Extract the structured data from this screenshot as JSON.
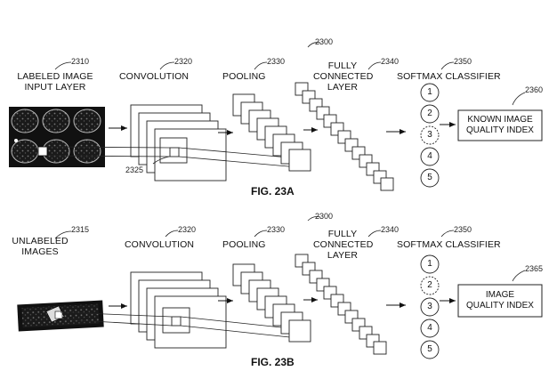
{
  "top": {
    "fig_ref": "2300",
    "input_label": [
      "LABELED IMAGE",
      "INPUT LAYER"
    ],
    "input_ref": "2310",
    "conv_label": "CONVOLUTION",
    "conv_ref": "2320",
    "pool_label": "POOLING",
    "pool_ref": "2330",
    "fc_label": [
      "FULLY",
      "CONNECTED",
      "LAYER"
    ],
    "fc_ref": "2340",
    "softmax_label": "SOFTMAX CLASSIFIER",
    "softmax_ref": "2350",
    "kernel_ref": "2325",
    "classes": [
      "1",
      "2",
      "3",
      "4",
      "5"
    ],
    "output_box": [
      "KNOWN IMAGE",
      "QUALITY INDEX"
    ],
    "output_ref": "2360",
    "caption": "FIG. 23A"
  },
  "bottom": {
    "fig_ref": "2300",
    "input_label": [
      "UNLABELED",
      "IMAGES"
    ],
    "input_ref": "2315",
    "conv_label": "CONVOLUTION",
    "conv_ref": "2320",
    "pool_label": "POOLING",
    "pool_ref": "2330",
    "fc_label": [
      "FULLY",
      "CONNECTED",
      "LAYER"
    ],
    "fc_ref": "2340",
    "softmax_label": "SOFTMAX CLASSIFIER",
    "softmax_ref": "2350",
    "classes": [
      "1",
      "2",
      "3",
      "4",
      "5"
    ],
    "output_box": [
      "IMAGE",
      "QUALITY INDEX"
    ],
    "output_ref": "2365",
    "caption": "FIG. 23B"
  }
}
